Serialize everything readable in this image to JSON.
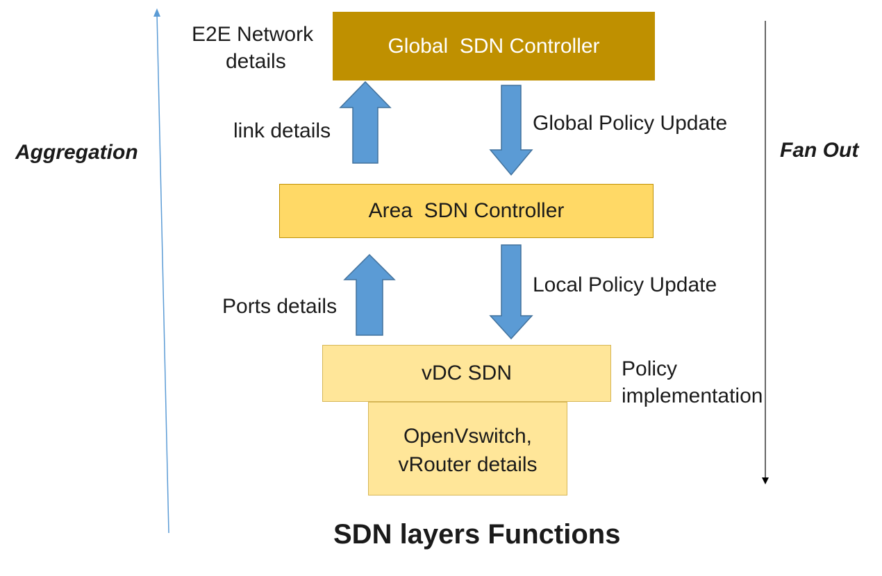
{
  "diagram": {
    "title": "SDN layers Functions",
    "aggregation_label": "Aggregation",
    "fan_out_label": "Fan Out",
    "nodes": {
      "global_controller": "Global  SDN Controller",
      "area_controller": "Area  SDN Controller",
      "vdc_sdn": "vDC SDN",
      "switch_details_line1": "OpenVswitch,",
      "switch_details_line2": "vRouter details"
    },
    "labels": {
      "e2e_line1": "E2E Network",
      "e2e_line2": "details",
      "link_details": "link details",
      "ports_details": "Ports details",
      "global_policy_update": "Global Policy Update",
      "local_policy_update": "Local Policy Update",
      "policy_impl_line1": "Policy",
      "policy_impl_line2": "implementation"
    },
    "colors": {
      "global_fill": "#bf9000",
      "area_fill": "#ffd966",
      "vdc_fill": "#ffe699",
      "arrow_fill": "#5b9bd5",
      "aggregation_line": "#5b9bd5",
      "fan_out_line": "#000000"
    }
  }
}
